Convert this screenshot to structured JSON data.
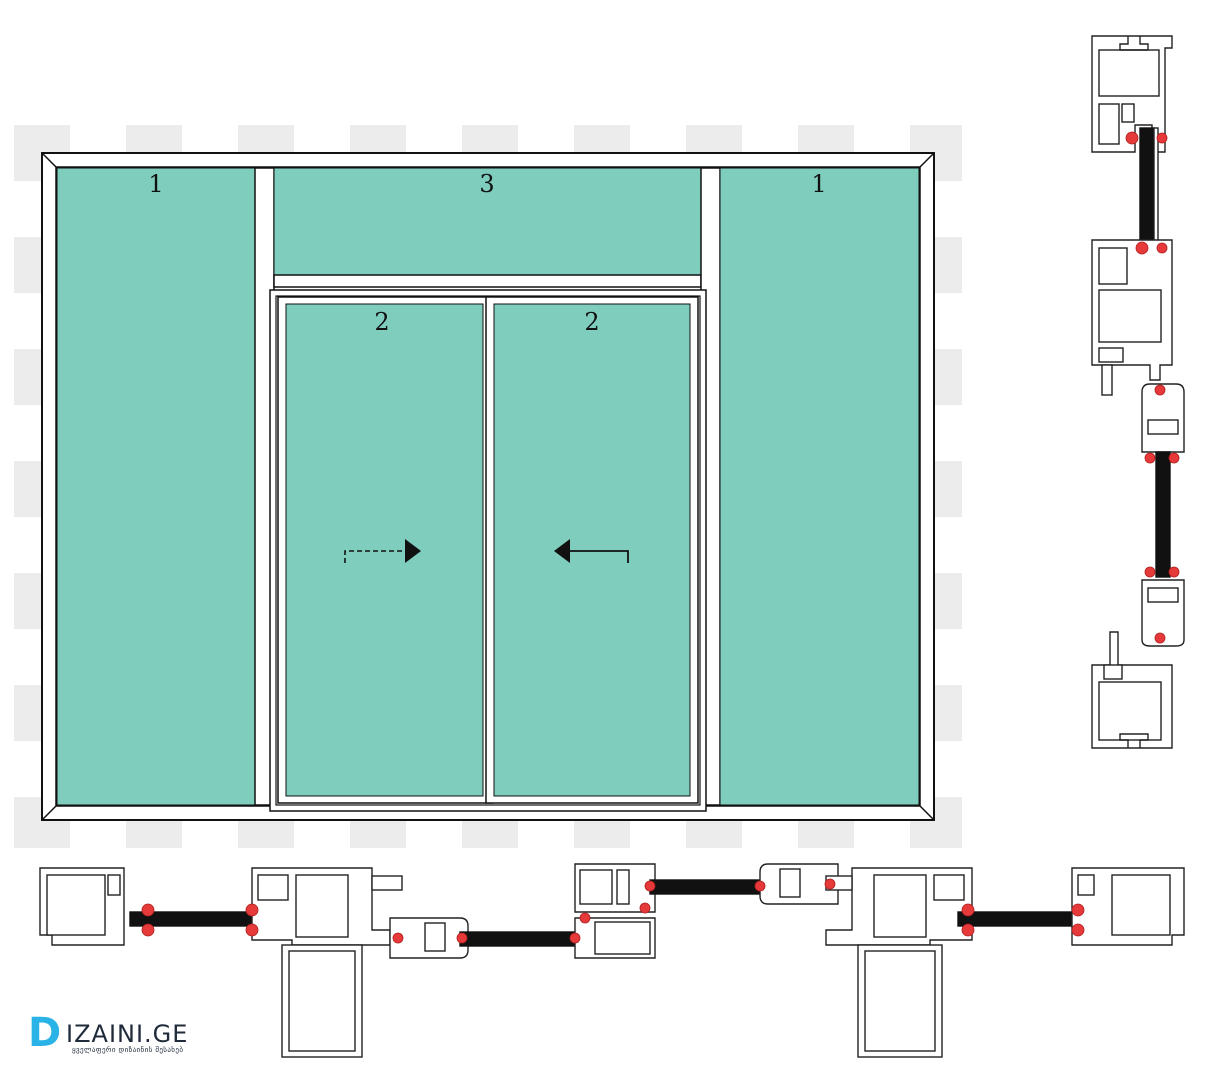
{
  "diagram": {
    "panes": {
      "fixed_left": {
        "label": "1"
      },
      "transom": {
        "label": "3"
      },
      "sliding_left": {
        "label": "2",
        "motion": "right",
        "arrow_style": "dashed"
      },
      "sliding_right": {
        "label": "2",
        "motion": "left",
        "arrow_style": "solid"
      },
      "fixed_right": {
        "label": "1"
      }
    },
    "colors": {
      "glass": "#7ecdbd",
      "frame_stroke": "#111111",
      "frame_fill": "#ffffff",
      "checker": "#ececec",
      "glass_bar": "#111111",
      "gasket": "#e63a3a",
      "profile_stroke": "#222222"
    },
    "sections": {
      "vertical": "vertical-section-detail",
      "horizontal": "horizontal-section-detail"
    }
  },
  "logo": {
    "main": "IZAINI.GE",
    "letter": "D",
    "sub": "ყველაფერი დიზაინის შესახებ",
    "accent_color": "#2ab3e6"
  }
}
